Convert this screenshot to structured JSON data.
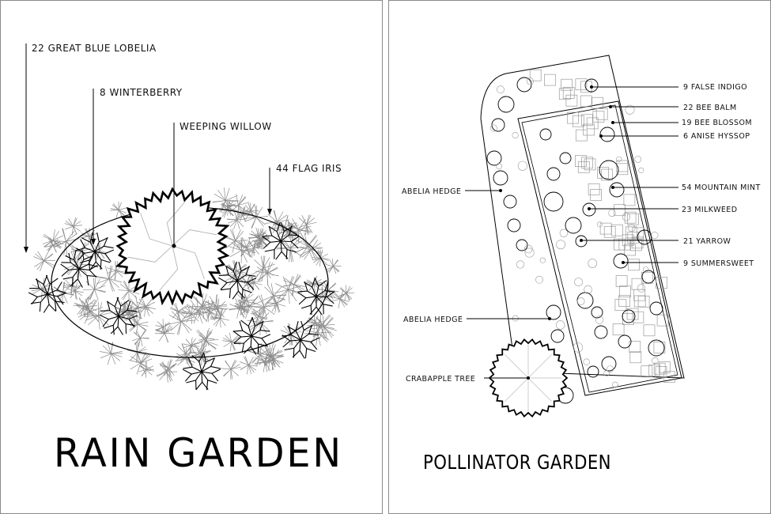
{
  "rain_garden": {
    "title": "RAIN GARDEN",
    "labels": {
      "lobelia": "22  GREAT BLUE LOBELIA",
      "winterberry": "8 WINTERBERRY",
      "willow": "WEEPING WILLOW",
      "iris": "44 FLAG IRIS"
    }
  },
  "pollinator_garden": {
    "title": "POLLINATOR GARDEN",
    "labels": {
      "false_indigo": "9 FALSE INDIGO",
      "bee_balm": "22 BEE BALM",
      "bee_blossom": "19 BEE BLOSSOM",
      "anise_hyssop": "6 ANISE HYSSOP",
      "mountain_mint": "54 MOUNTAIN MINT",
      "milkweed": "23 MILKWEED",
      "yarrow": "21 YARROW",
      "summersweet": "9 SUMMERSWEET",
      "abelia_hedge_1": "ABELIA HEDGE",
      "abelia_hedge_2": "ABELIA HEDGE",
      "crabapple": "CRABAPPLE TREE"
    }
  }
}
